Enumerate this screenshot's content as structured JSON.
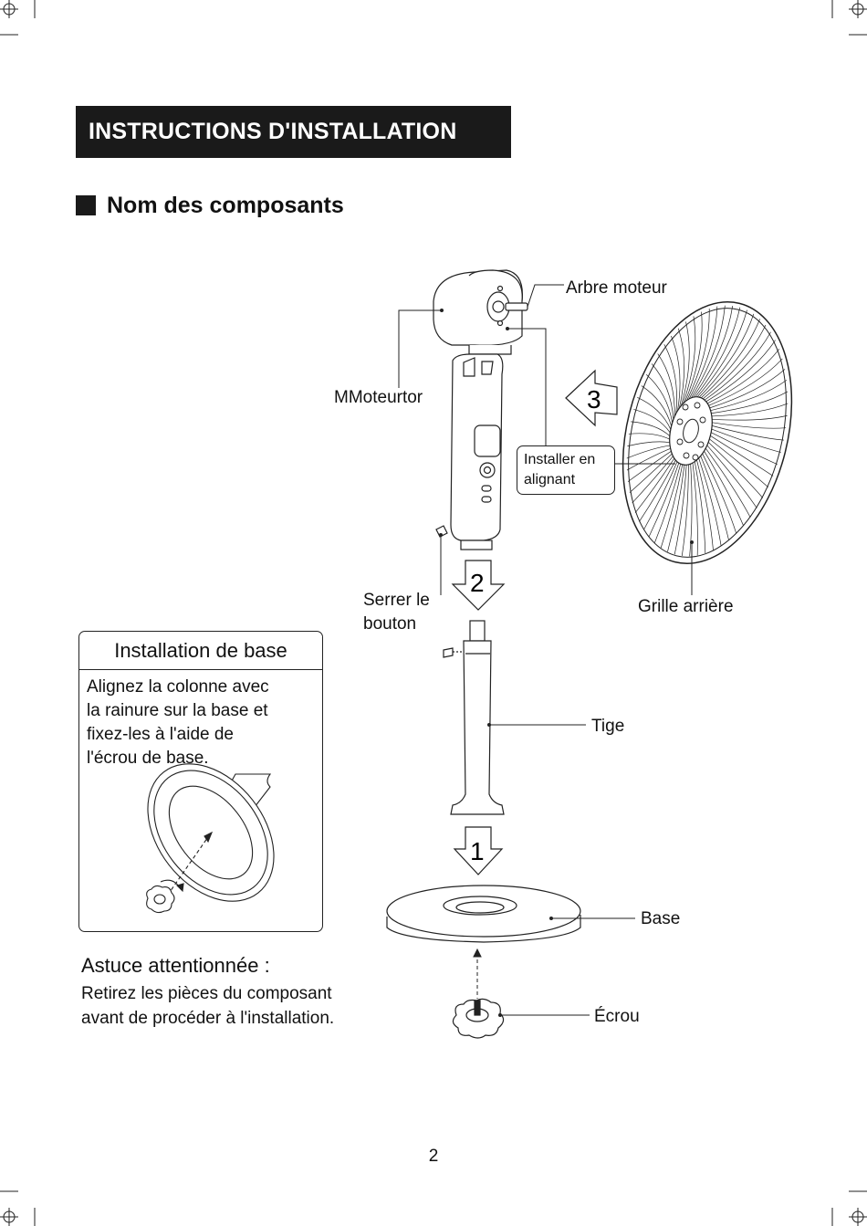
{
  "header": {
    "title": "INSTRUCTIONS D'INSTALLATION"
  },
  "section": {
    "title": "Nom des composants"
  },
  "labels": {
    "arbre_moteur": "Arbre moteur",
    "moteur": "MMoteurtor",
    "installer": [
      "Installer en",
      "alignant"
    ],
    "grille": "Grille arrière",
    "serrer": [
      "Serrer le",
      "bouton"
    ],
    "tige": "Tige",
    "base": "Base",
    "ecrou": "Écrou"
  },
  "steps": {
    "one": "1",
    "two": "2",
    "three": "3"
  },
  "installation_box": {
    "title": "Installation de base",
    "lines": [
      "Alignez la colonne avec",
      "la rainure sur la base et",
      "fixez-les à l'aide de",
      "l'écrou de base."
    ]
  },
  "tip": {
    "title": "Astuce attentionnée :",
    "lines": [
      "Retirez les pièces du composant",
      "avant de procéder à l'installation."
    ]
  },
  "page_number": "2"
}
